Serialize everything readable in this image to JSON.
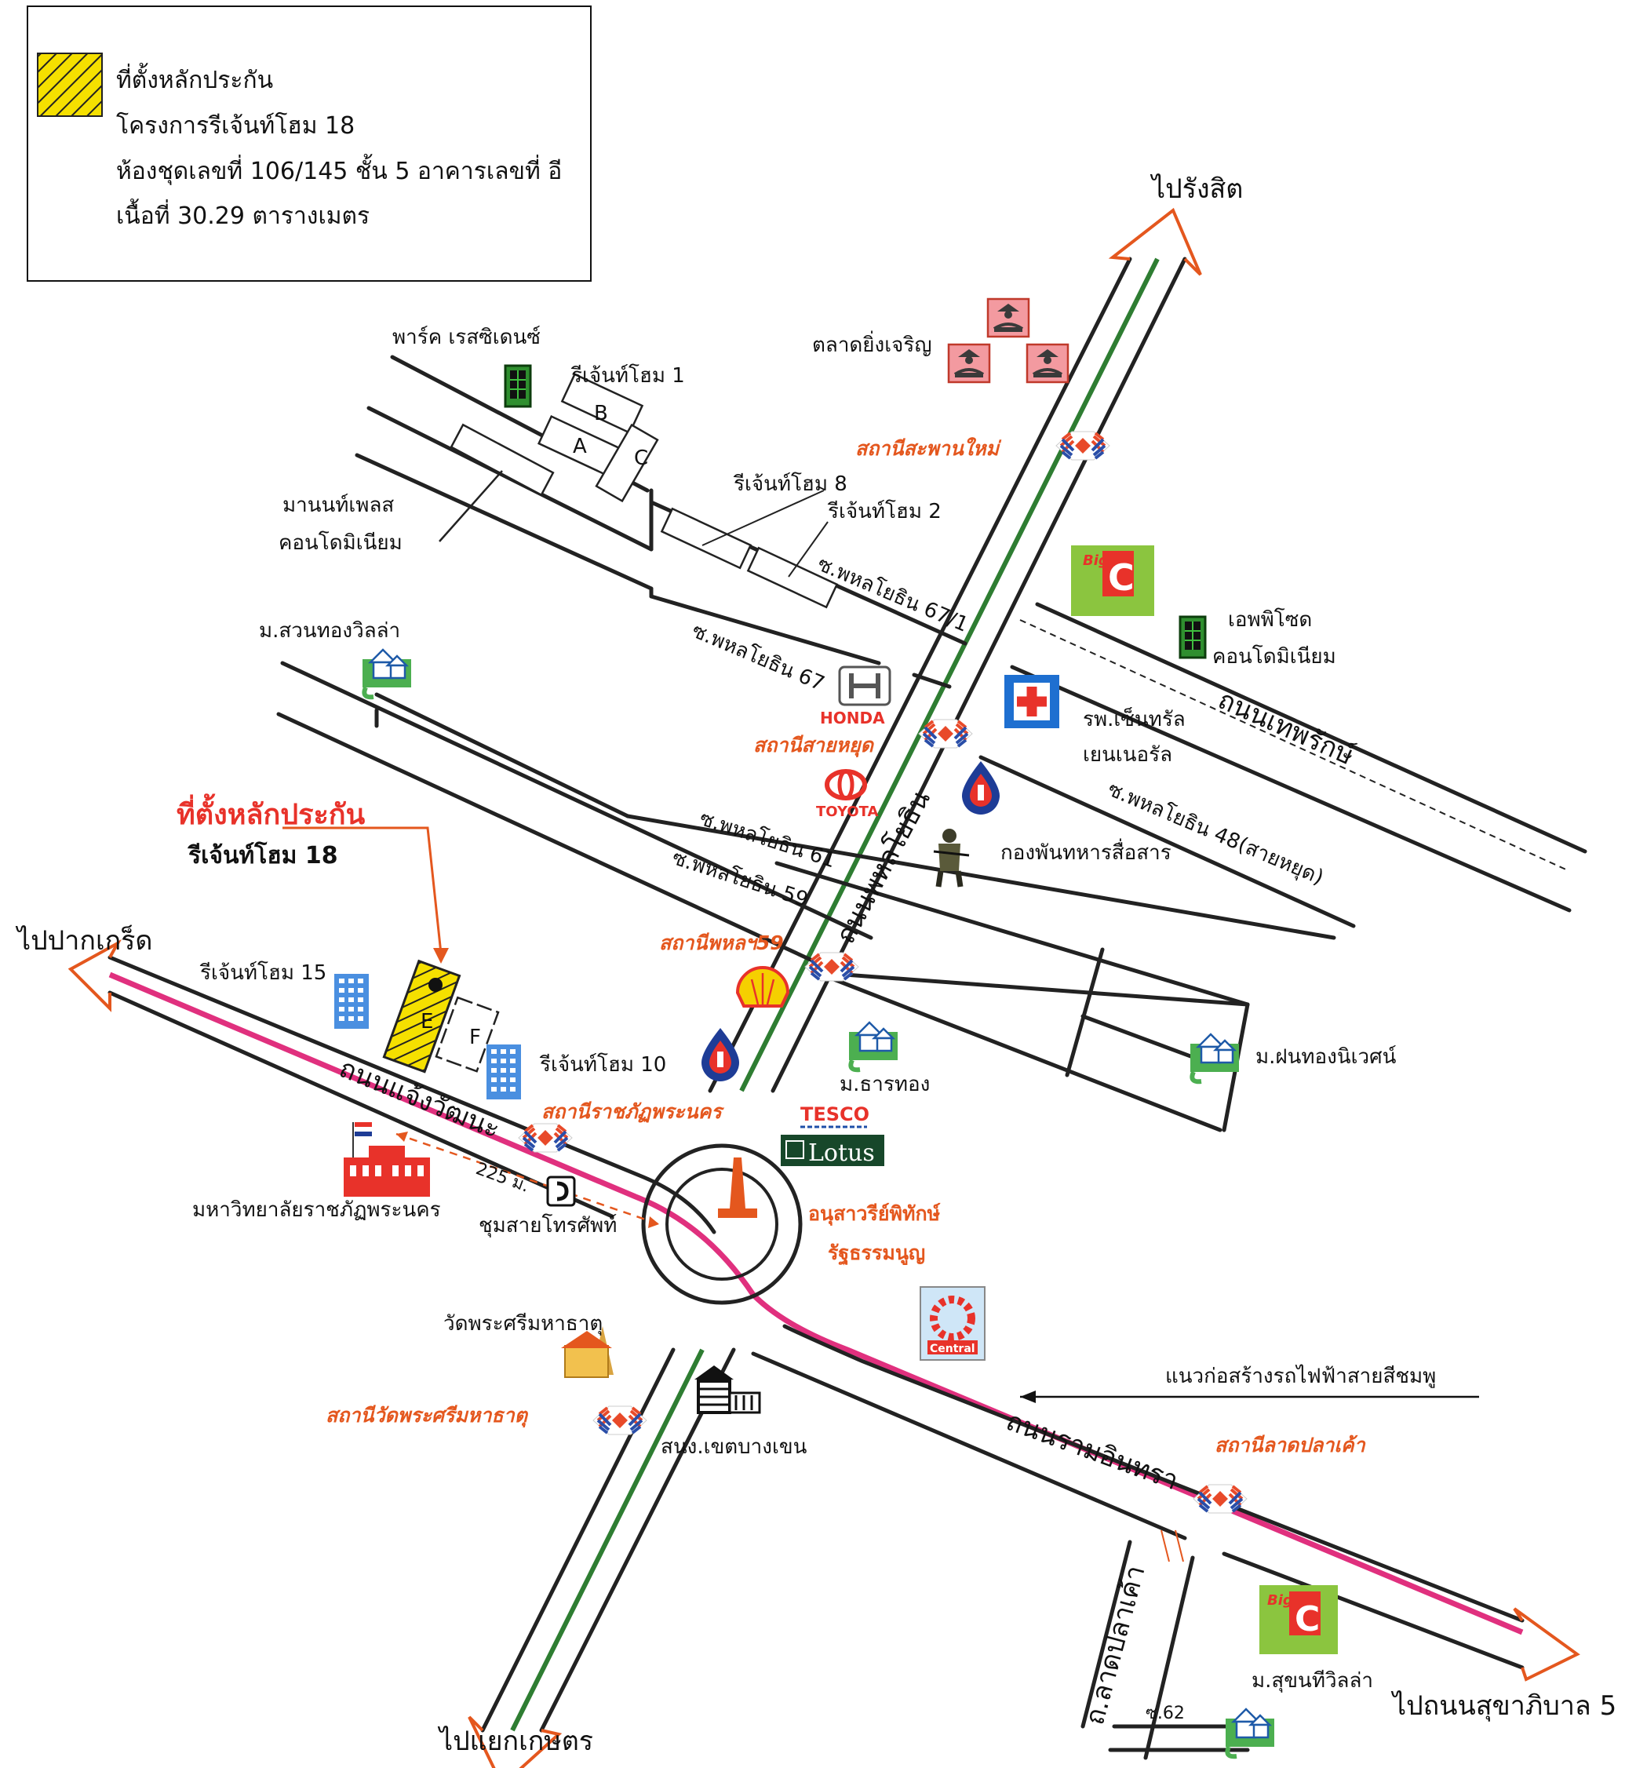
{
  "legend": {
    "line1": "ที่ตั้งหลักประกัน",
    "line2": "โครงการรีเจ้นท์โฮม 18",
    "line3": "ห้องชุดเลขที่ 106/145 ชั้น 5 อาคารเลขที่ อี",
    "line4": "เนื้อที่ 30.29 ตารางเมตร"
  },
  "destinations": {
    "north": "ไปรังสิต",
    "west": "ไปปากเกร็ด",
    "south": "ไปแยกเกษตร",
    "east": "ไปถนนสุขาภิบาล 5"
  },
  "roads": {
    "phahonyothin": "ถนนพหลโยธิน",
    "thepharak": "ถนนเทพรักษ์",
    "chaengwattana": "ถนนแจ้งวัฒนะ",
    "ramintra": "ถนนรามอินทรา",
    "soi_67_1": "ซ.พหลโยธิน 67/1",
    "soi_67": "ซ.พหลโยธิน 67",
    "soi_61": "ซ.พหลโยธิน 61",
    "soi_59": "ซ.พหลโยธิน 59",
    "soi_48": "ซ.พหลโยธิน 48(สายหยุด)",
    "lat_pla_khao": "ถ.ลาดปลาเค้า",
    "soi_62": "ซ.62"
  },
  "stations": {
    "saphan_mai": "สถานีสะพานใหม่",
    "sai_yut": "สถานีสายหยุด",
    "phahon59": "สถานีพหลฯ59",
    "rajabhat": "สถานีราชภัฏพระนคร",
    "wat_sri": "สถานีวัดพระศรีมหาธาตุ",
    "lat_pla_khao": "สถานีลาดปลาเค้า"
  },
  "places": {
    "park_residence": "พาร์ค เรสซิเดนซ์",
    "regent1": "รีเจ้นท์โฮม 1",
    "regent8": "รีเจ้นท์โฮม 8",
    "regent2": "รีเจ้นท์โฮม 2",
    "manon_1": "มานนท์เพลส",
    "manon_2": "คอนโดมิเนียม",
    "market": "ตลาดยิ่งเจริญ",
    "suan_thong": "ม.สวนทองวิลล่า",
    "ap_1": "เอพพิโซด",
    "ap_2": "คอนโดมิเนียม",
    "hospital_1": "รพ.เซ็นทรัล",
    "hospital_2": "เยนเนอรัล",
    "army": "กองพันทหารสื่อสาร",
    "collateral_title": "ที่ตั้งหลักประกัน",
    "collateral_sub": "รีเจ้นท์โฮม  18",
    "regent15": "รีเจ้นท์โฮม 15",
    "regent10": "รีเจ้นท์โฮม  10",
    "tharathong": "ม.ธารทอง",
    "fontong": "ม.ฝนทองนิเวศน์",
    "university": "มหาวิทยาลัยราชภัฏพระนคร",
    "phone_exchange": "ชุมสายโทรศัพท์",
    "monument_1": "อนุสาวรีย์พิทักษ์",
    "monument_2": "รัฐธรรมนูญ",
    "wat": "วัดพระศรีมหาธาตุ",
    "police": "สนง.เขตบางเขน",
    "pink_line": "แนวก่อสร้างรถไฟฟ้าสายสีชมพู",
    "sukhon": "ม.สุขนทีวิลล่า",
    "distance": "225 ม."
  },
  "buildings": {
    "a": "A",
    "b": "B",
    "c": "C",
    "e": "E",
    "f": "F"
  },
  "brands": {
    "honda": "HONDA",
    "toyota": "TOYOTA",
    "big": "Big",
    "c": "C",
    "tesco": "TESCO",
    "lotus": "Lotus",
    "central": "Central"
  },
  "colors": {
    "pink_line": "#e0307e",
    "green_line": "#2e7d32",
    "station_label": "#e4571e",
    "arrow": "#e4571e",
    "collateral": "#f5e000"
  }
}
